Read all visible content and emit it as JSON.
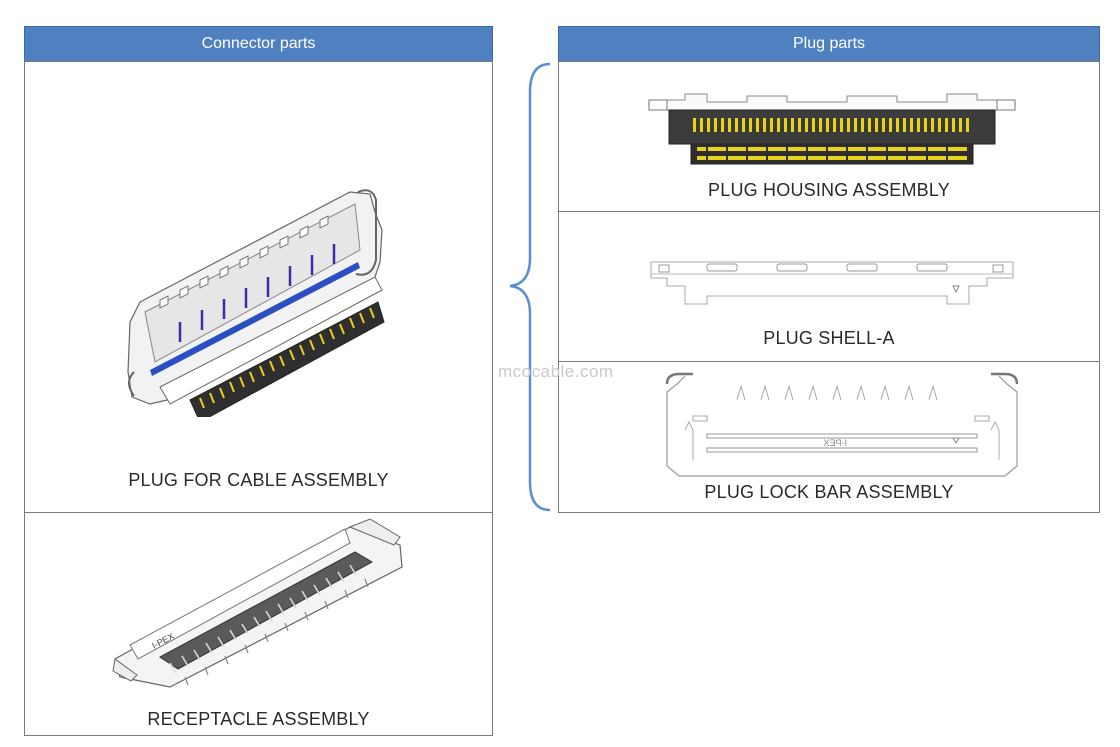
{
  "left_panel": {
    "header": "Connector parts",
    "items": [
      {
        "label": "PLUG FOR CABLE ASSEMBLY"
      },
      {
        "label": "RECEPTACLE ASSEMBLY"
      }
    ]
  },
  "right_panel": {
    "header": "Plug parts",
    "items": [
      {
        "label": "PLUG HOUSING ASSEMBLY"
      },
      {
        "label": "PLUG SHELL-A"
      },
      {
        "label": "PLUG LOCK BAR ASSEMBLY"
      }
    ]
  },
  "watermark": "mcocable.com",
  "part_marking": "I-PEX",
  "colors": {
    "header_bg": "#4f81c1",
    "pin_yellow": "#e8d21a",
    "rail_blue": "#2b4fc2"
  }
}
